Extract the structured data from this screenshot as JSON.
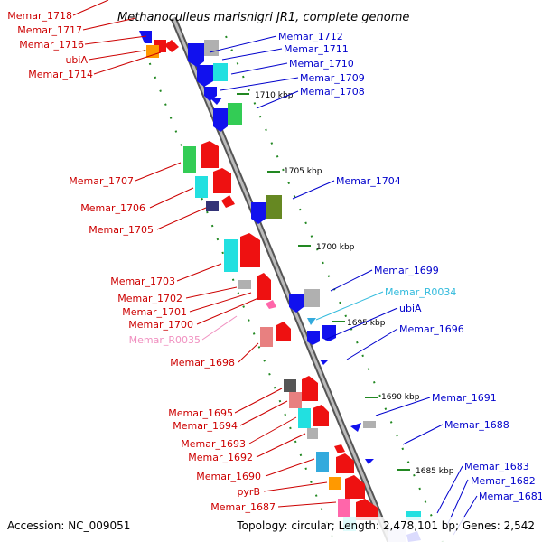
{
  "title": "Methanoculleus marisnigri JR1, complete genome",
  "footer": {
    "accession": "Accession: NC_009051",
    "summary": "Topology: circular; Length: 2,478,101 bp; Genes: 2,542"
  },
  "ruler_labels": [
    "1710 kbp",
    "1705 kbp",
    "1700 kbp",
    "1695 kbp",
    "1690 kbp",
    "1685 kbp"
  ],
  "left_labels": [
    {
      "text": "Memar_1718",
      "color": "#cc0000"
    },
    {
      "text": "Memar_1717",
      "color": "#cc0000"
    },
    {
      "text": "Memar_1716",
      "color": "#cc0000"
    },
    {
      "text": "ubiA",
      "color": "#cc0000"
    },
    {
      "text": "Memar_1714",
      "color": "#cc0000"
    },
    {
      "text": "Memar_1707",
      "color": "#cc0000"
    },
    {
      "text": "Memar_1706",
      "color": "#cc0000"
    },
    {
      "text": "Memar_1705",
      "color": "#cc0000"
    },
    {
      "text": "Memar_1703",
      "color": "#cc0000"
    },
    {
      "text": "Memar_1702",
      "color": "#cc0000"
    },
    {
      "text": "Memar_1701",
      "color": "#cc0000"
    },
    {
      "text": "Memar_1700",
      "color": "#cc0000"
    },
    {
      "text": "Memar_R0035",
      "color": "#f090c0"
    },
    {
      "text": "Memar_1698",
      "color": "#cc0000"
    },
    {
      "text": "Memar_1695",
      "color": "#cc0000"
    },
    {
      "text": "Memar_1694",
      "color": "#cc0000"
    },
    {
      "text": "Memar_1693",
      "color": "#cc0000"
    },
    {
      "text": "Memar_1692",
      "color": "#cc0000"
    },
    {
      "text": "Memar_1690",
      "color": "#cc0000"
    },
    {
      "text": "pyrB",
      "color": "#cc0000"
    },
    {
      "text": "Memar_1687",
      "color": "#cc0000"
    }
  ],
  "right_labels": [
    {
      "text": "Memar_1712",
      "color": "#0000cc"
    },
    {
      "text": "Memar_1711",
      "color": "#0000cc"
    },
    {
      "text": "Memar_1710",
      "color": "#0000cc"
    },
    {
      "text": "Memar_1709",
      "color": "#0000cc"
    },
    {
      "text": "Memar_1708",
      "color": "#0000cc"
    },
    {
      "text": "Memar_1704",
      "color": "#0000cc"
    },
    {
      "text": "Memar_1699",
      "color": "#0000cc"
    },
    {
      "text": "Memar_R0034",
      "color": "#33bbdd"
    },
    {
      "text": "ubiA",
      "color": "#0000cc"
    },
    {
      "text": "Memar_1696",
      "color": "#0000cc"
    },
    {
      "text": "Memar_1691",
      "color": "#0000cc"
    },
    {
      "text": "Memar_1688",
      "color": "#0000cc"
    },
    {
      "text": "Memar_1683",
      "color": "#0000cc"
    },
    {
      "text": "Memar_1682",
      "color": "#0000cc"
    },
    {
      "text": "Memar_1681",
      "color": "#0000cc"
    }
  ],
  "colors": {
    "backbone": "#888888",
    "forward_strand": "#ee1111",
    "reverse_strand": "#1111ee",
    "cyan": "#22e0e0",
    "green": "#33cc55",
    "olive": "#668822",
    "navy": "#333377",
    "gray": "#b0b0b0",
    "salmon": "#e88080",
    "orange": "#ff9900",
    "pink": "#ff66aa",
    "skyblue": "#33aadd",
    "dotted": "#228822"
  }
}
